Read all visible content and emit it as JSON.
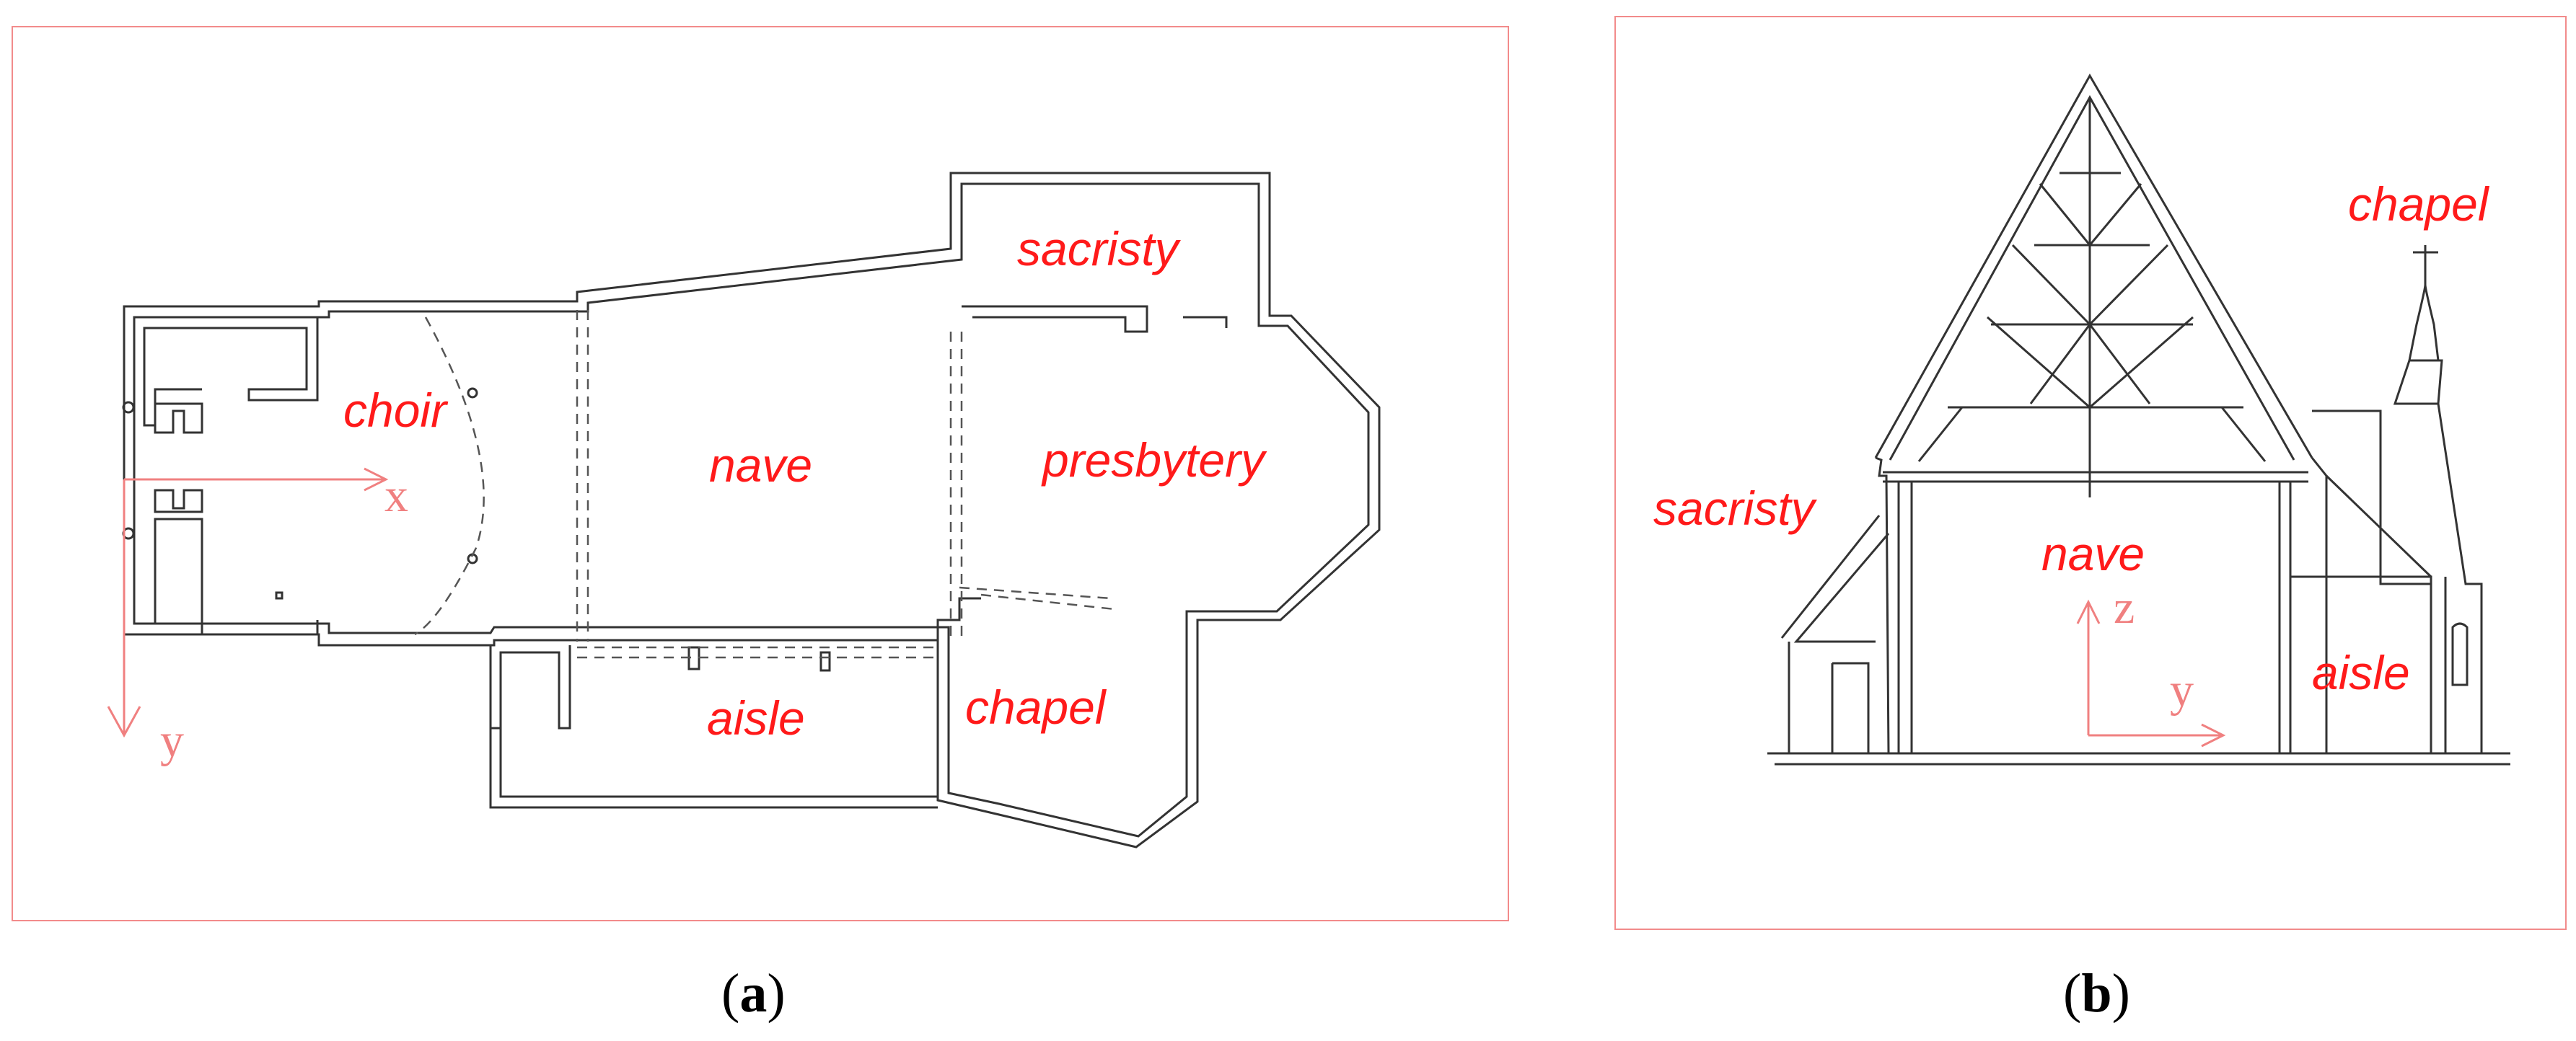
{
  "panel_a": {
    "caption_open": "(",
    "caption_letter": "a",
    "caption_close": ")",
    "labels": {
      "choir": "choir",
      "nave": "nave",
      "presbytery": "presbytery",
      "sacristy": "sacristy",
      "aisle": "aisle",
      "chapel": "chapel"
    },
    "axes": {
      "x": "x",
      "y": "y"
    }
  },
  "panel_b": {
    "caption_open": "(",
    "caption_letter": "b",
    "caption_close": ")",
    "labels": {
      "sacristy": "sacristy",
      "nave": "nave",
      "aisle": "aisle",
      "chapel": "chapel"
    },
    "axes": {
      "z": "z",
      "y": "y"
    }
  },
  "colors": {
    "frame": "#f28b8b",
    "label": "#ff1a1a",
    "axis": "#f08080",
    "line": "#333333"
  }
}
